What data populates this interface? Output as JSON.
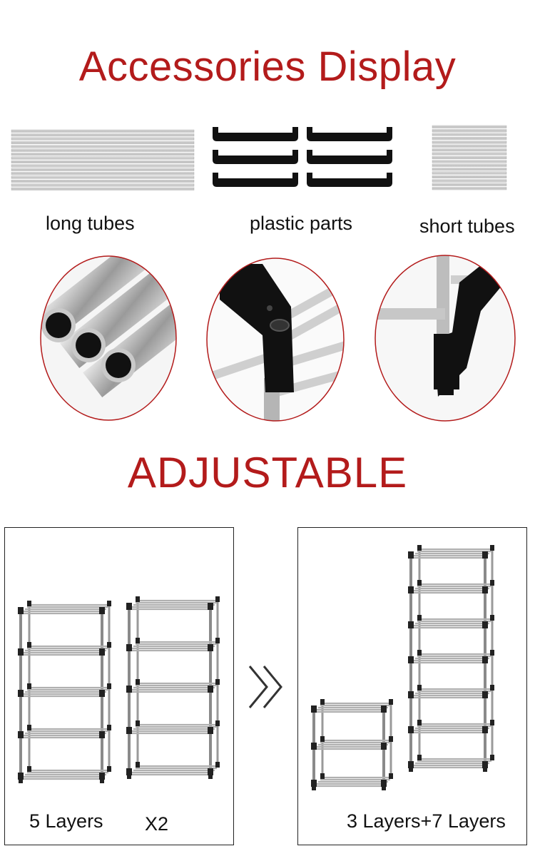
{
  "header": {
    "title": "Accessories Display"
  },
  "accessories": [
    {
      "label": "long tubes",
      "icon": "long-tubes-image"
    },
    {
      "label": "plastic parts",
      "icon": "plastic-parts-image"
    },
    {
      "label": "short tubes",
      "icon": "short-tubes-image"
    }
  ],
  "closeups": [
    {
      "icon": "tube-ends-closeup"
    },
    {
      "icon": "plastic-joint-closeup"
    },
    {
      "icon": "leg-joint-closeup"
    }
  ],
  "adjustable": {
    "title": "ADJUSTABLE",
    "left_panel": {
      "label": "5 Layers",
      "multiplier": "X2"
    },
    "arrow_icon": "double-chevron-right-icon",
    "right_panel": {
      "label": "3 Layers+7 Layers"
    }
  },
  "colors": {
    "accent": "#b31b1b",
    "metal": "#c8c8c8",
    "plastic": "#111111"
  }
}
